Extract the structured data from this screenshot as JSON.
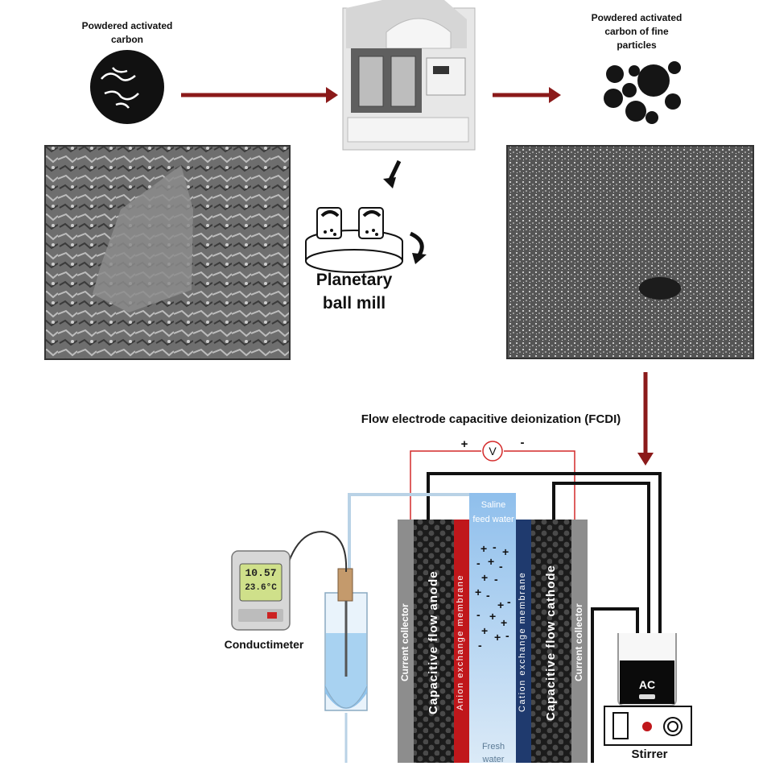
{
  "top": {
    "raw_carbon_label": "Powdered activated carbon",
    "fine_carbon_label": "Powdered activated carbon of fine particles",
    "mill_label": "Planetary ball mill"
  },
  "fcdi": {
    "title": "Flow electrode capacitive deionization (FCDI)",
    "plus": "+",
    "minus": "-",
    "voltmeter": "V",
    "current_collector_left": "Current collector",
    "anode": "Capacitive flow anode",
    "anion_membrane": "Anion exchange membrane",
    "saline": "Saline feed water",
    "fresh": "Fresh water",
    "cation_membrane": "Cation exchange membrane",
    "cathode": "Capacitive flow cathode",
    "current_collector_right": "Current collector",
    "conductimeter": "Conductimeter",
    "meter_reading_1": "10.57",
    "meter_reading_2": "23.6°C",
    "beaker_label": "AC",
    "stirrer": "Stirrer"
  },
  "colors": {
    "arrow": "#8b1a1a",
    "anion_membrane": "#c0171b",
    "cation_membrane": "#1f3a6e",
    "channel": "#a9cdee",
    "wire_red": "#d42a2a"
  }
}
